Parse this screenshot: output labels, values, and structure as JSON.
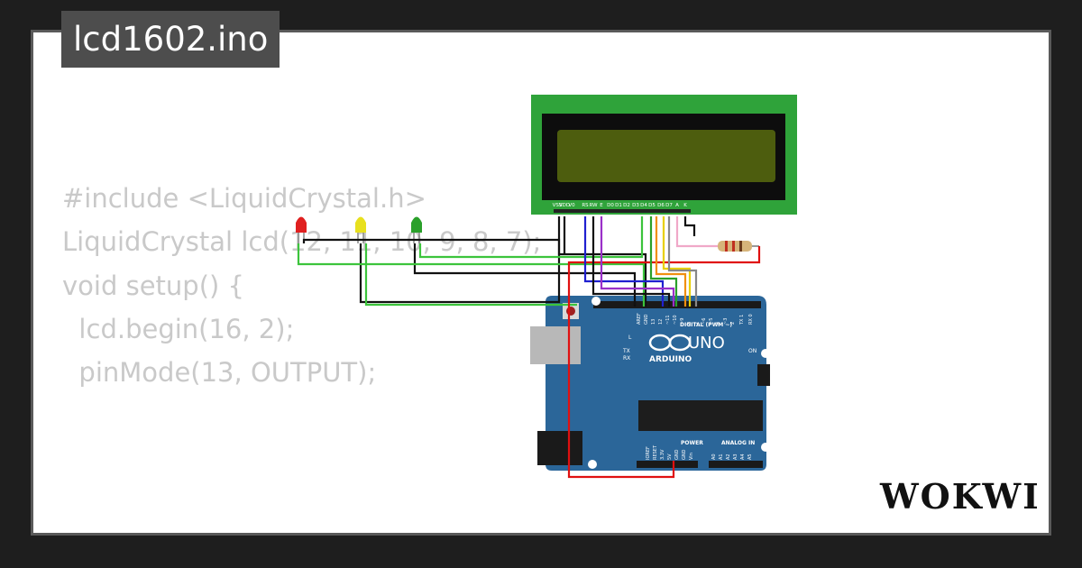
{
  "file_tab": {
    "filename": "lcd1602.ino"
  },
  "code_lines": [
    "#include <LiquidCrystal.h>",
    "",
    "LiquidCrystal lcd(12, 11, 10, 9, 8, 7);",
    "",
    "void setup() {",
    "  lcd.begin(16, 2);",
    "",
    "",
    "  pinMode(13, OUTPUT);"
  ],
  "lcd": {
    "pin_labels": [
      "VSS",
      "VDD",
      "V0",
      "RS",
      "RW",
      "E",
      "D0",
      "D1",
      "D2",
      "D3",
      "D4",
      "D5",
      "D6",
      "D7",
      "A",
      "K"
    ]
  },
  "arduino": {
    "brand": "ARDUINO",
    "model": "UNO",
    "digital_header_label": "DIGITAL (PWM ~)",
    "power_label": "POWER",
    "analog_label": "ANALOG IN",
    "digital_pins": [
      "AREF",
      "GND",
      "13",
      "12",
      "~11",
      "~10",
      "~9",
      "8",
      "7",
      "~6",
      "~5",
      "4",
      "~3",
      "2",
      "TX 1",
      "RX 0"
    ],
    "power_pins": [
      "IOREF",
      "RESET",
      "3.3V",
      "5V",
      "GND",
      "GND",
      "Vin"
    ],
    "analog_pins": [
      "A0",
      "A1",
      "A2",
      "A3",
      "A4",
      "A5"
    ],
    "led_labels": [
      "L",
      "TX",
      "RX",
      "ON"
    ]
  },
  "leds": [
    {
      "color": "red",
      "hex": "#e02020"
    },
    {
      "color": "yellow",
      "hex": "#e8e01e"
    },
    {
      "color": "green",
      "hex": "#2aa02a"
    }
  ],
  "logo": {
    "text": "WOKWI"
  },
  "colors": {
    "background": "#1e1e1e",
    "card": "#ffffff",
    "code_text": "#c9c9c9",
    "board": "#2b6699",
    "lcd_pcb": "#2fa33a",
    "lcd_screen": "#4d5d0e"
  }
}
